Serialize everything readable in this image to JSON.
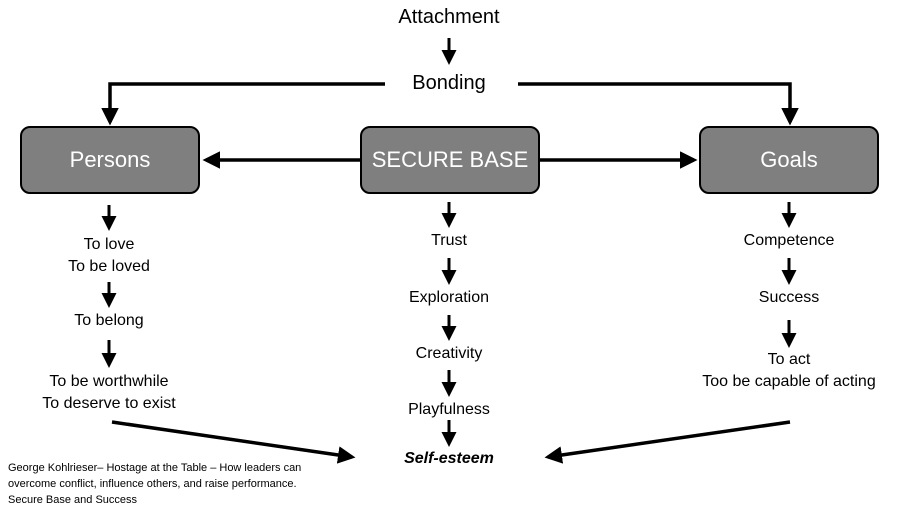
{
  "top": {
    "attachment": "Attachment",
    "bonding": "Bonding"
  },
  "boxes": {
    "persons": "Persons",
    "secure_base": "SECURE BASE",
    "goals": "Goals"
  },
  "persons_chain": {
    "step1_line1": "To love",
    "step1_line2": "To be loved",
    "step2": "To belong",
    "step3_line1": "To be worthwhile",
    "step3_line2": "To deserve to exist"
  },
  "secure_base_chain": {
    "step1": "Trust",
    "step2": "Exploration",
    "step3": "Creativity",
    "step4": "Playfulness"
  },
  "goals_chain": {
    "step1": "Competence",
    "step2": "Success",
    "step3_line1": "To act",
    "step3_line2": "Too be capable of acting"
  },
  "outcome": "Self-esteem",
  "citation": {
    "line1": "George Kohlrieser–  Hostage at the Table – How leaders can",
    "line2": "overcome conflict, influence others, and raise performance.",
    "line3": "Secure Base and Success"
  },
  "colors": {
    "box_fill": "#7f7f7f",
    "box_text": "#ffffff",
    "line": "#000000"
  }
}
